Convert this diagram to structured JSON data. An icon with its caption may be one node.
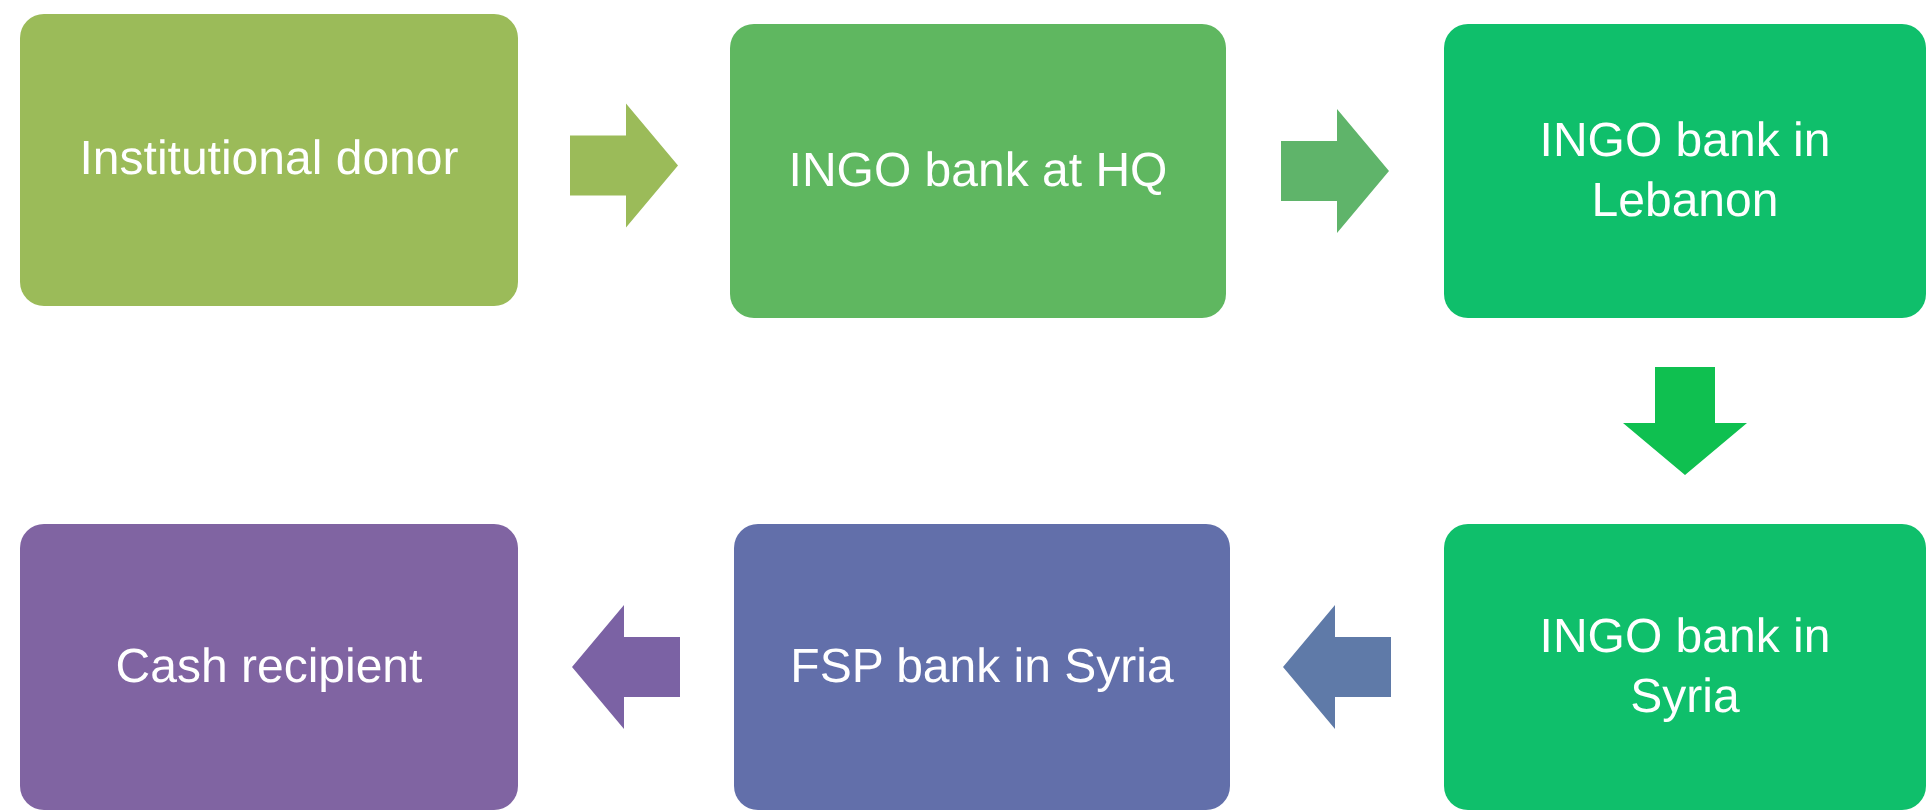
{
  "diagram": {
    "nodes": [
      {
        "text": [
          "Institutional donor"
        ]
      },
      {
        "text": [
          "INGO bank at HQ"
        ]
      },
      {
        "text": [
          "INGO bank in Lebanon"
        ]
      },
      {
        "text": [
          "INGO bank in Syria"
        ]
      },
      {
        "text": [
          "FSP bank in Syria"
        ]
      },
      {
        "text": [
          "Cash recipient"
        ]
      }
    ],
    "edges": [
      {
        "from": 0,
        "to": 1,
        "arrow": "to",
        "color": "#9bbb59"
      },
      {
        "from": 1,
        "to": 2,
        "arrow": "to",
        "color": "#5fb46a"
      },
      {
        "from": 2,
        "to": 3,
        "arrow": "to",
        "color": "#0fc050"
      },
      {
        "from": 3,
        "to": 4,
        "arrow": "to",
        "color": "#5f7aa8"
      },
      {
        "from": 4,
        "to": 5,
        "arrow": "to",
        "color": "#7b62a4"
      }
    ]
  }
}
